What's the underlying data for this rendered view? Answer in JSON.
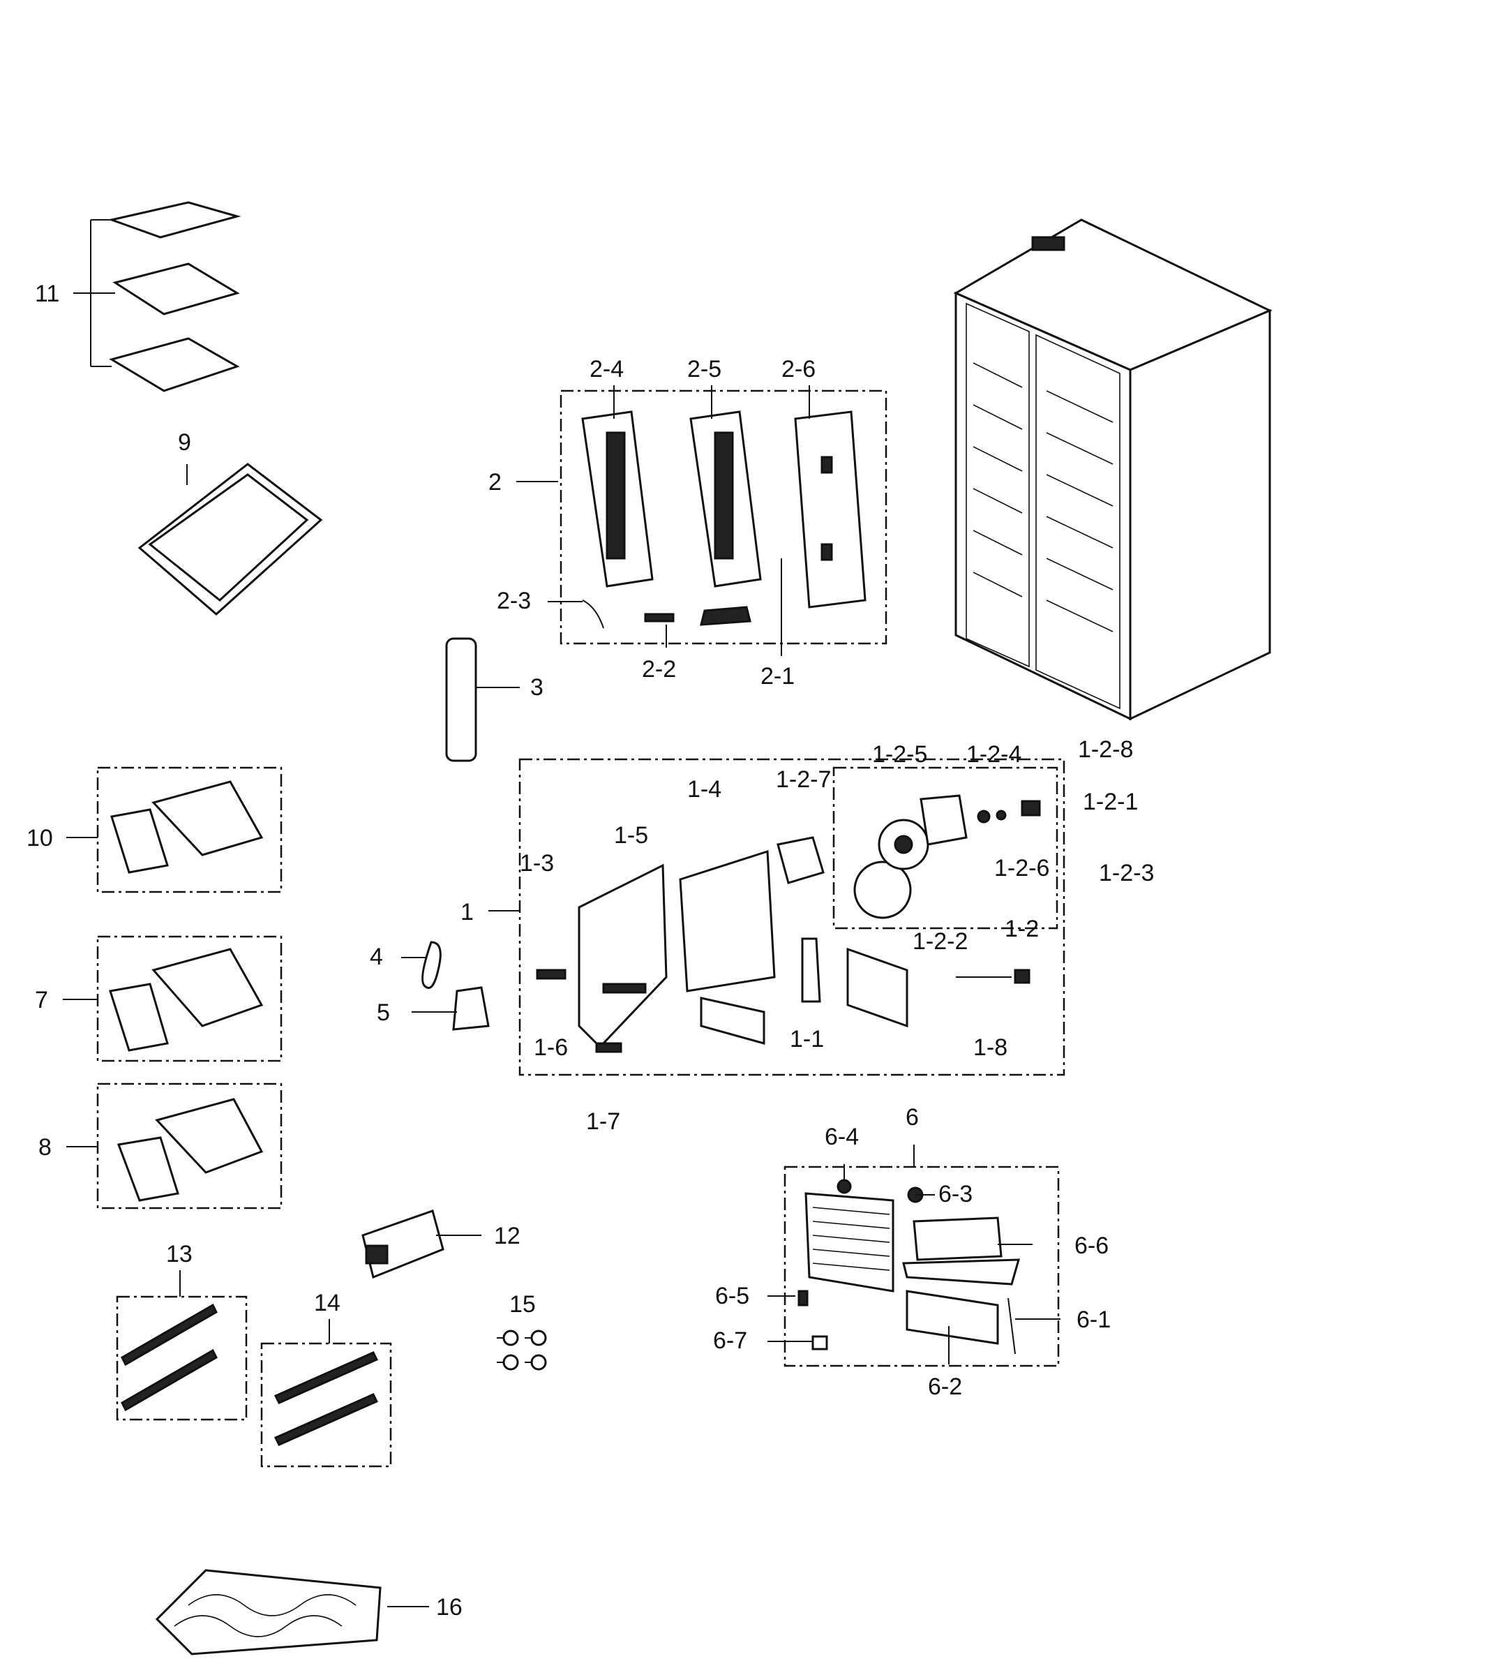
{
  "labels": {
    "l11": "11",
    "l9": "9",
    "l10": "10",
    "l7": "7",
    "l8": "8",
    "l13": "13",
    "l14": "14",
    "l15": "15",
    "l16": "16",
    "l12": "12",
    "l2": "2",
    "l2_4": "2-4",
    "l2_5": "2-5",
    "l2_6": "2-6",
    "l2_3": "2-3",
    "l2_2": "2-2",
    "l2_1": "2-1",
    "l3": "3",
    "l4": "4",
    "l5": "5",
    "l1": "1",
    "l1_3": "1-3",
    "l1_4": "1-4",
    "l1_5": "1-5",
    "l1_6": "1-6",
    "l1_7": "1-7",
    "l1_1": "1-1",
    "l1_8": "1-8",
    "l1_2": "1-2",
    "l1_2_1": "1-2-1",
    "l1_2_2": "1-2-2",
    "l1_2_3": "1-2-3",
    "l1_2_4": "1-2-4",
    "l1_2_5": "1-2-5",
    "l1_2_6": "1-2-6",
    "l1_2_7": "1-2-7",
    "l1_2_8": "1-2-8",
    "l6": "6",
    "l6_1": "6-1",
    "l6_2": "6-2",
    "l6_3": "6-3",
    "l6_4": "6-4",
    "l6_5": "6-5",
    "l6_6": "6-6",
    "l6_7": "6-7"
  }
}
